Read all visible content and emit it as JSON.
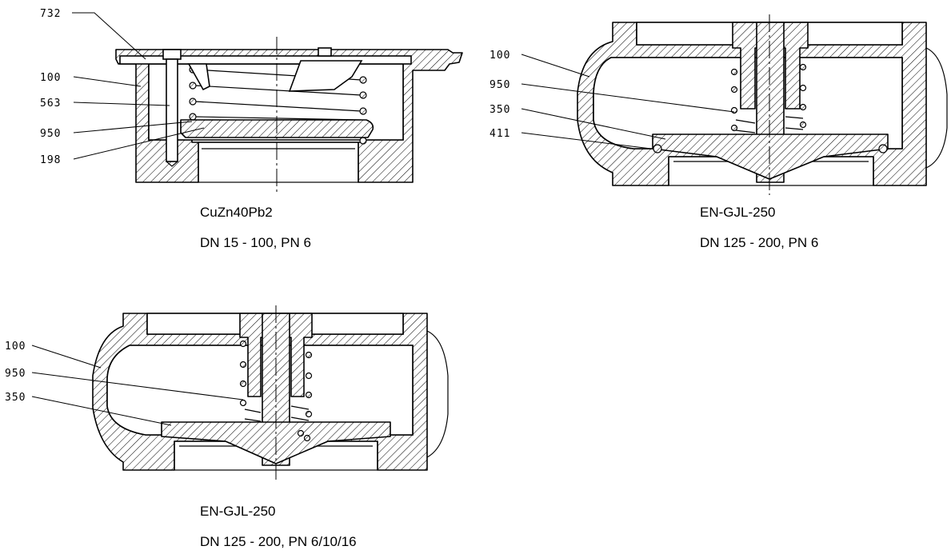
{
  "figures": [
    {
      "id": "fig1",
      "caption_material": "CuZn40Pb2",
      "caption_spec": "DN 15 - 100, PN 6",
      "part_labels": [
        "732",
        "100",
        "563",
        "950",
        "198"
      ]
    },
    {
      "id": "fig2",
      "caption_material": "EN-GJL-250",
      "caption_spec": "DN 125 - 200, PN 6",
      "part_labels": [
        "100",
        "950",
        "350",
        "411"
      ]
    },
    {
      "id": "fig3",
      "caption_material": "EN-GJL-250",
      "caption_spec": "DN 125 - 200, PN 6/10/16",
      "part_labels": [
        "100",
        "950",
        "350"
      ]
    }
  ]
}
